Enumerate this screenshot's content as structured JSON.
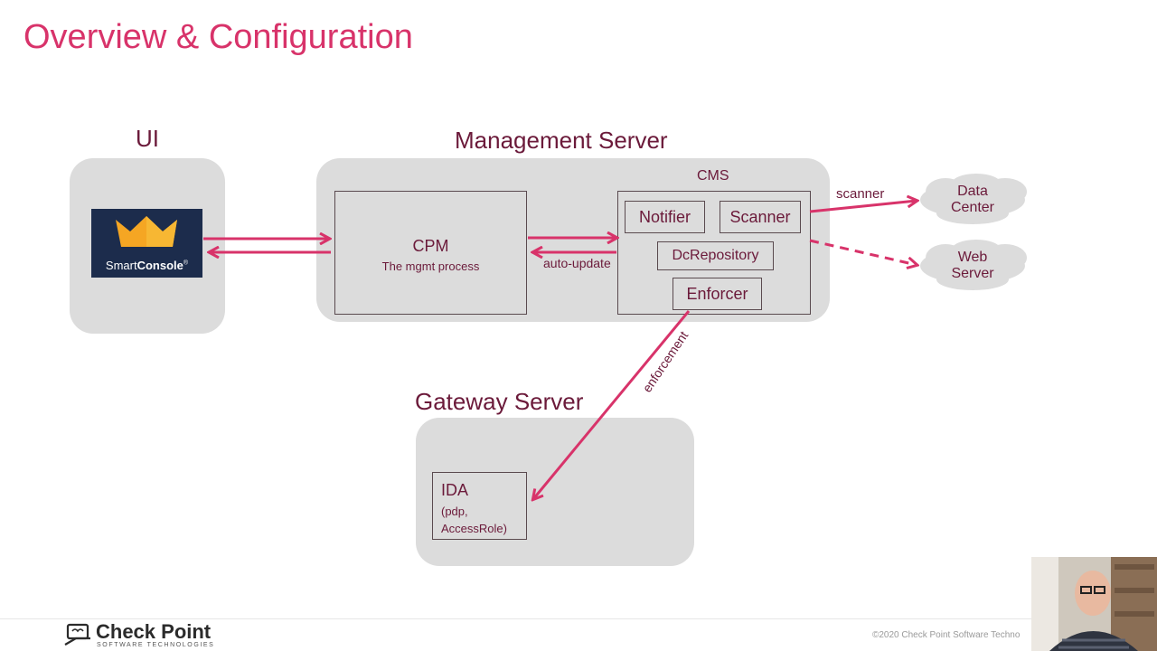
{
  "header": {
    "title": "Overview & Configuration"
  },
  "sections": {
    "ui": "UI",
    "management": "Management Server",
    "gateway": "Gateway Server"
  },
  "smartconsole": {
    "label_light": "Smart",
    "label_bold": "Console",
    "trademark": "®"
  },
  "cpm": {
    "name": "CPM",
    "description": "The mgmt process"
  },
  "cms": {
    "label": "CMS",
    "notifier": "Notifier",
    "scanner": "Scanner",
    "dcrepository": "DcRepository",
    "enforcer": "Enforcer"
  },
  "ida": {
    "name": "IDA",
    "line1": "(pdp,",
    "line2": "AccessRole)"
  },
  "arrows": {
    "auto_update": "auto-update",
    "scanner": "scanner",
    "enforcement": "enforcement"
  },
  "clouds": {
    "data_center": {
      "line1": "Data",
      "line2": "Center"
    },
    "web_server": {
      "line1": "Web",
      "line2": "Server"
    }
  },
  "footer": {
    "brand": "Check Point",
    "brand_sub": "SOFTWARE TECHNOLOGIES",
    "copyright": "©2020 Check Point Software Techno"
  },
  "colors": {
    "accent": "#d8336a",
    "text": "#6b1a3a",
    "panel": "#dcdcdc",
    "console_bg": "#1c2c4c",
    "crown": "#f5a623"
  }
}
